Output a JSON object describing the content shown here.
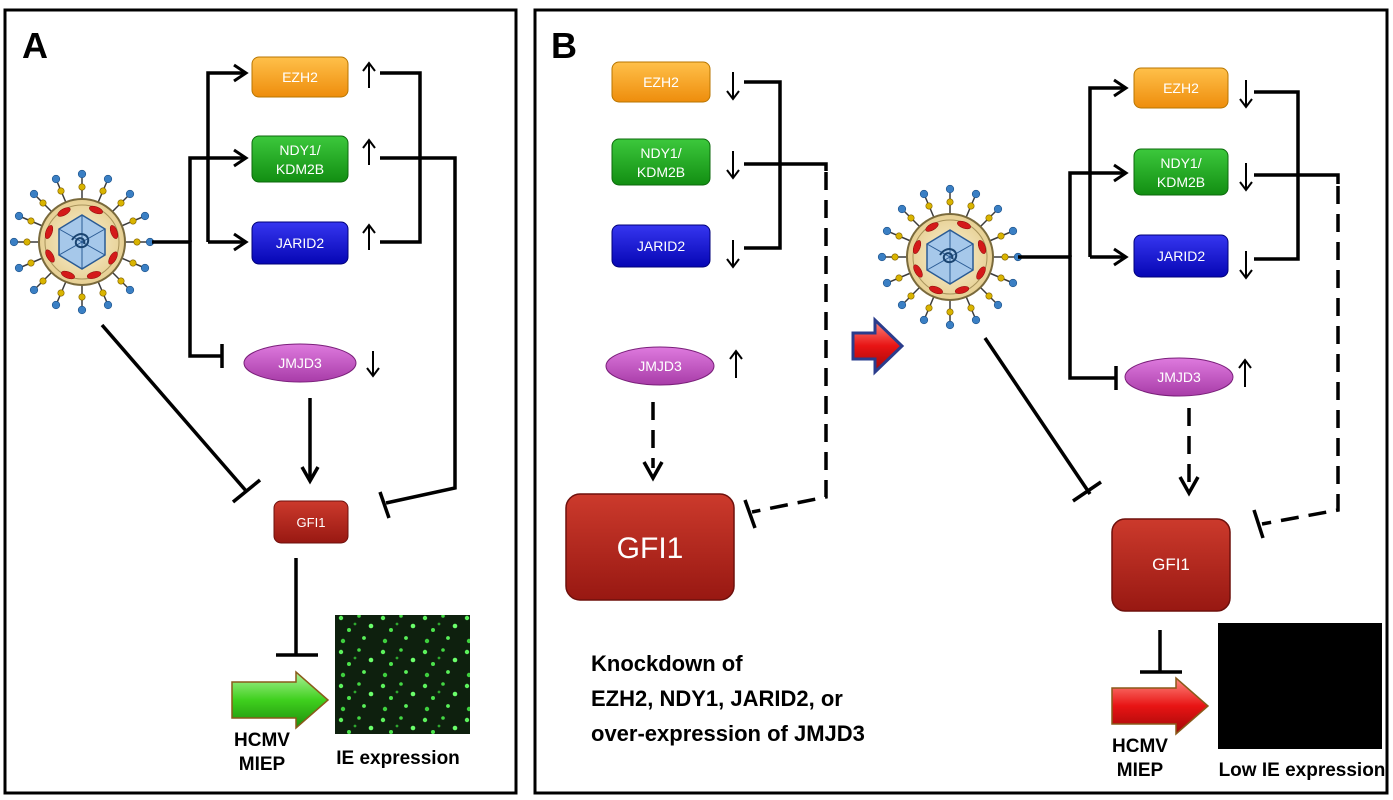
{
  "panel_a": {
    "letter": "A",
    "genes": {
      "ezh2": "EZH2",
      "ndy1_line1": "NDY1/",
      "ndy1_line2": "KDM2B",
      "jarid2": "JARID2",
      "jmjd3": "JMJD3"
    },
    "gfi1": "GFI1",
    "promoter_line1": "HCMV",
    "promoter_line2": "MIEP",
    "expression_label": "IE expression"
  },
  "panel_b": {
    "letter": "B",
    "genes": {
      "ezh2": "EZH2",
      "ndy1_line1": "NDY1/",
      "ndy1_line2": "KDM2B",
      "jarid2": "JARID2",
      "jmjd3": "JMJD3"
    },
    "gfi1": "GFI1",
    "knockdown_lines": [
      "Knockdown of",
      "EZH2, NDY1, JARID2, or",
      "over-expression of JMJD3"
    ],
    "genes_right": {
      "ezh2": "EZH2",
      "ndy1_line1": "NDY1/",
      "ndy1_line2": "KDM2B",
      "jarid2": "JARID2",
      "jmjd3": "JMJD3"
    },
    "gfi1_right": "GFI1",
    "promoter_line1": "HCMV",
    "promoter_line2": "MIEP",
    "expression_label": "Low IE expression"
  },
  "colors": {
    "ezh2": "#f7a21b",
    "ndy1": "#18a418",
    "jarid2": "#1010d8",
    "jmjd3": "#c44cc4",
    "gfi1": "#b0201a",
    "green_arrow": "#3fd01e",
    "red_arrow": "#e01010"
  }
}
